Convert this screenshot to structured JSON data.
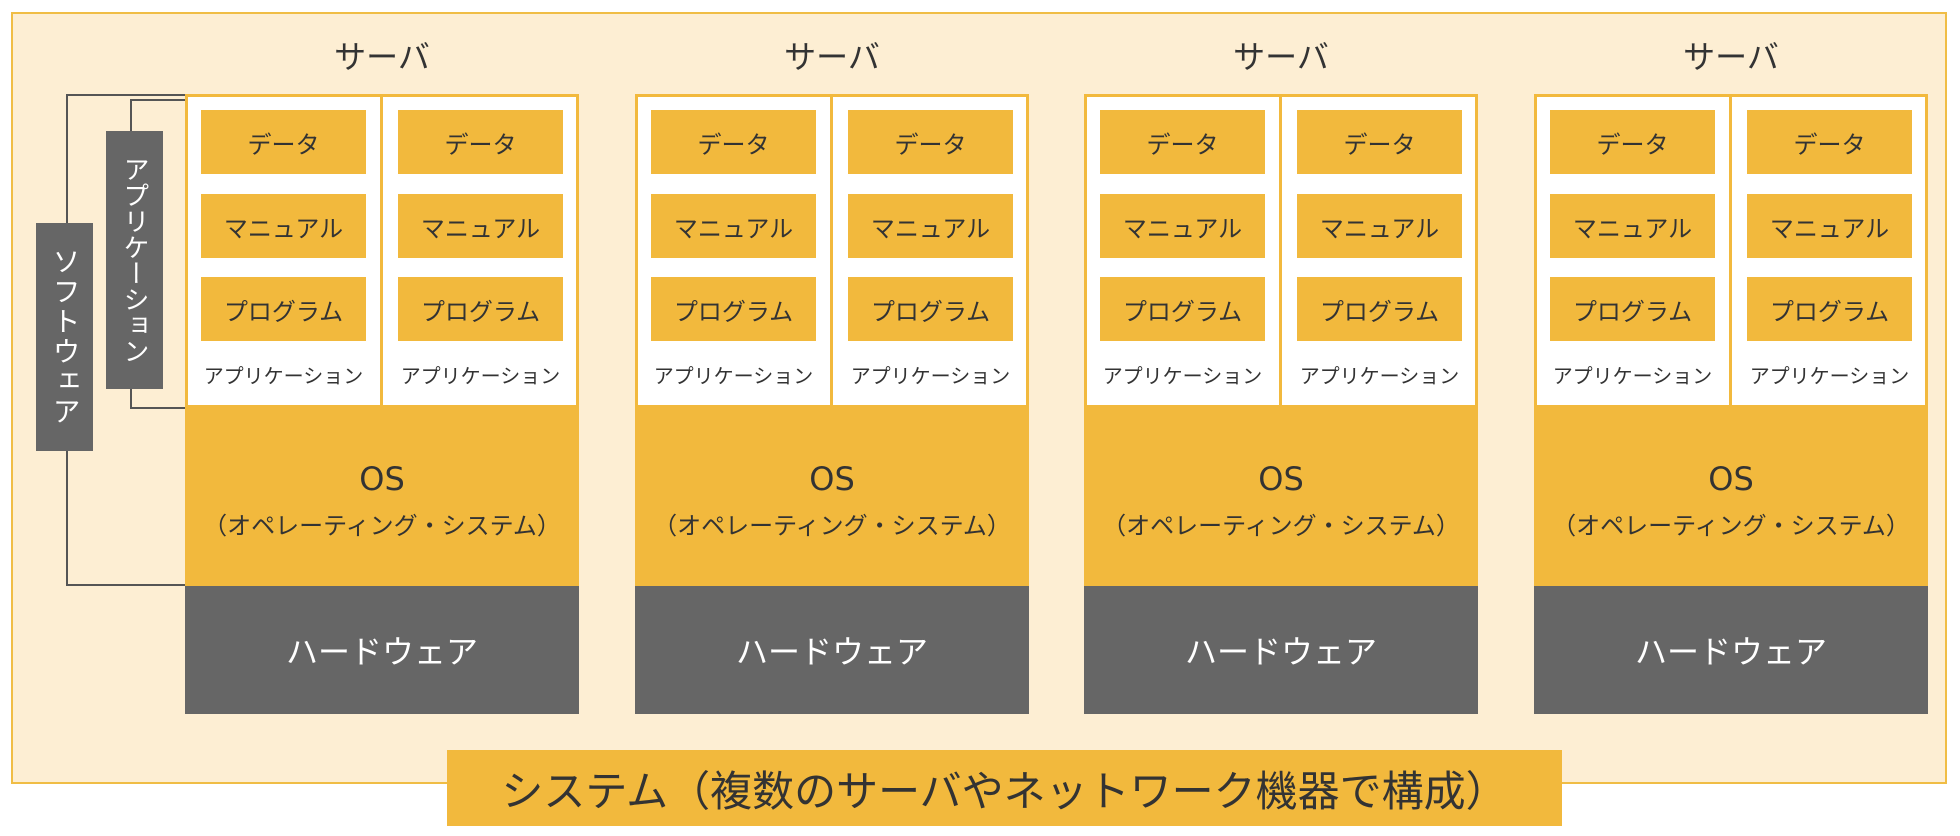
{
  "servers": [
    {
      "title": "サーバ",
      "columns": [
        {
          "items": [
            "データ",
            "マニュアル",
            "プログラム"
          ],
          "label": "アプリケーション"
        },
        {
          "items": [
            "データ",
            "マニュアル",
            "プログラム"
          ],
          "label": "アプリケーション"
        }
      ],
      "os": {
        "title": "OS",
        "subtitle": "（オペレーティング・システム）"
      },
      "hardware": "ハードウェア"
    },
    {
      "title": "サーバ",
      "columns": [
        {
          "items": [
            "データ",
            "マニュアル",
            "プログラム"
          ],
          "label": "アプリケーション"
        },
        {
          "items": [
            "データ",
            "マニュアル",
            "プログラム"
          ],
          "label": "アプリケーション"
        }
      ],
      "os": {
        "title": "OS",
        "subtitle": "（オペレーティング・システム）"
      },
      "hardware": "ハードウェア"
    },
    {
      "title": "サーバ",
      "columns": [
        {
          "items": [
            "データ",
            "マニュアル",
            "プログラム"
          ],
          "label": "アプリケーション"
        },
        {
          "items": [
            "データ",
            "マニュアル",
            "プログラム"
          ],
          "label": "アプリケーション"
        }
      ],
      "os": {
        "title": "OS",
        "subtitle": "（オペレーティング・システム）"
      },
      "hardware": "ハードウェア"
    },
    {
      "title": "サーバ",
      "columns": [
        {
          "items": [
            "データ",
            "マニュアル",
            "プログラム"
          ],
          "label": "アプリケーション"
        },
        {
          "items": [
            "データ",
            "マニュアル",
            "プログラム"
          ],
          "label": "アプリケーション"
        }
      ],
      "os": {
        "title": "OS",
        "subtitle": "（オペレーティング・システム）"
      },
      "hardware": "ハードウェア"
    }
  ],
  "legend": {
    "software": "ソフトウェア",
    "application": "アプリケーション"
  },
  "system_label": "システム（複数のサーバやネットワーク機器で構成）",
  "colors": {
    "background": "#fdeed3",
    "accent": "#f2b93d",
    "dark": "#666666",
    "text": "#333333"
  }
}
